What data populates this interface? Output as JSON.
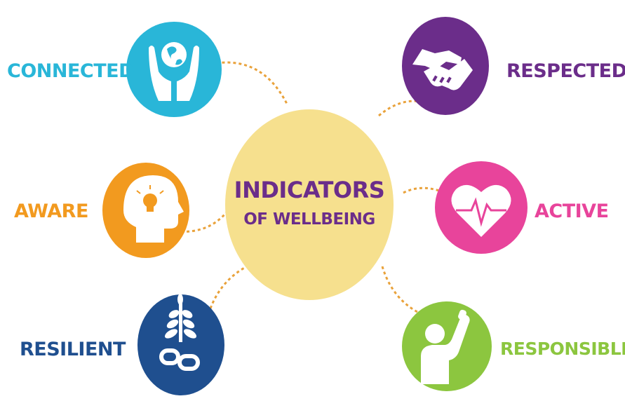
{
  "center": {
    "line1": "INDICATORS",
    "line2": "OF WELLBEING",
    "fill": "#f6e08e",
    "text_color": "#6b2d8a"
  },
  "connector_color": "#e9a23b",
  "indicators": [
    {
      "id": "connected",
      "label": "CONNECTED",
      "color": "#29b6d8",
      "icon": "hands-holding-globe-icon"
    },
    {
      "id": "aware",
      "label": "AWARE",
      "color": "#f29a1f",
      "icon": "head-with-lightbulb-icon"
    },
    {
      "id": "resilient",
      "label": "RESILIENT",
      "color": "#1f4f8f",
      "icon": "plant-and-chain-icon"
    },
    {
      "id": "respected",
      "label": "RESPECTED",
      "color": "#6b2d8a",
      "icon": "handshake-icon"
    },
    {
      "id": "active",
      "label": "ACTIVE",
      "color": "#e8449b",
      "icon": "heart-heartbeat-icon"
    },
    {
      "id": "responsible",
      "label": "RESPONSIBLE",
      "color": "#8cc63f",
      "icon": "person-raising-hand-icon"
    }
  ]
}
